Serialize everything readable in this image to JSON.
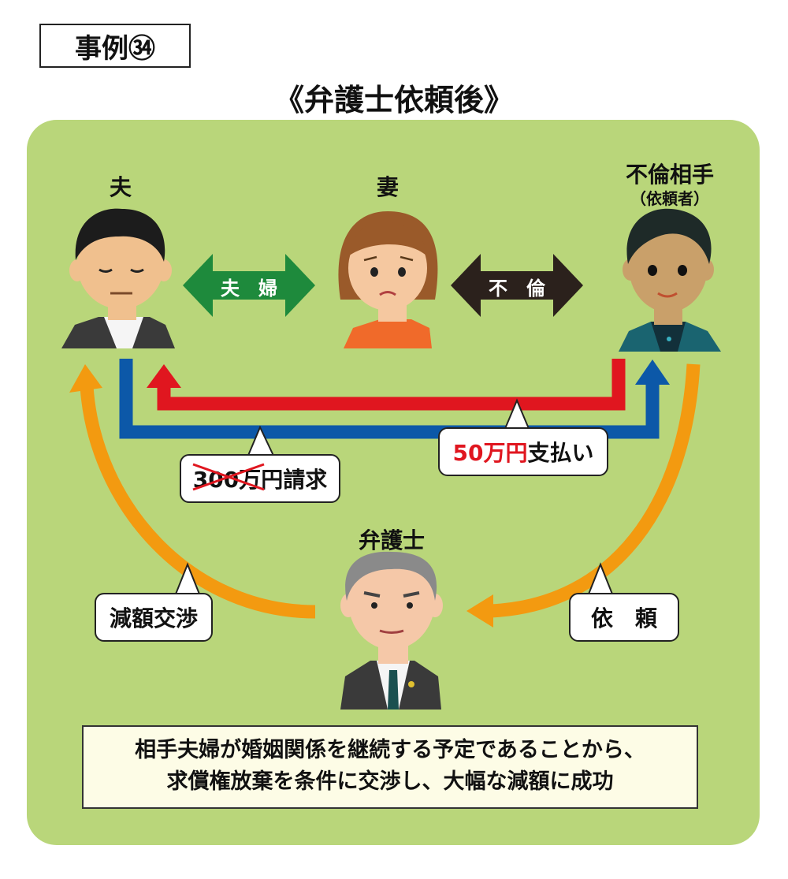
{
  "case_label": "事例㉞",
  "title": "《弁護士依頼後》",
  "people": {
    "husband": "夫",
    "wife": "妻",
    "partner": "不倫相手",
    "partner_note": "（依頼者）",
    "lawyer": "弁護士"
  },
  "relations": {
    "married": "夫　婦",
    "affair": "不　倫"
  },
  "callouts": {
    "claim_amount": "300万円",
    "claim_suffix": "請求",
    "payment_amount": "50万円",
    "payment_suffix": "支払い",
    "negotiation": "減額交渉",
    "request": "依　頼"
  },
  "summary": {
    "line1": "相手夫婦が婚姻関係を継続する予定であることから、",
    "line2": "求償権放棄を条件に交渉し、大幅な減額に成功"
  },
  "colors": {
    "panel": "#b9d67a",
    "married_arrow": "#1e8a3c",
    "affair_arrow": "#2b211c",
    "payment_arrow": "#e0161f",
    "claim_arrow": "#0c58a8",
    "lawyer_arrow": "#f39a10"
  }
}
